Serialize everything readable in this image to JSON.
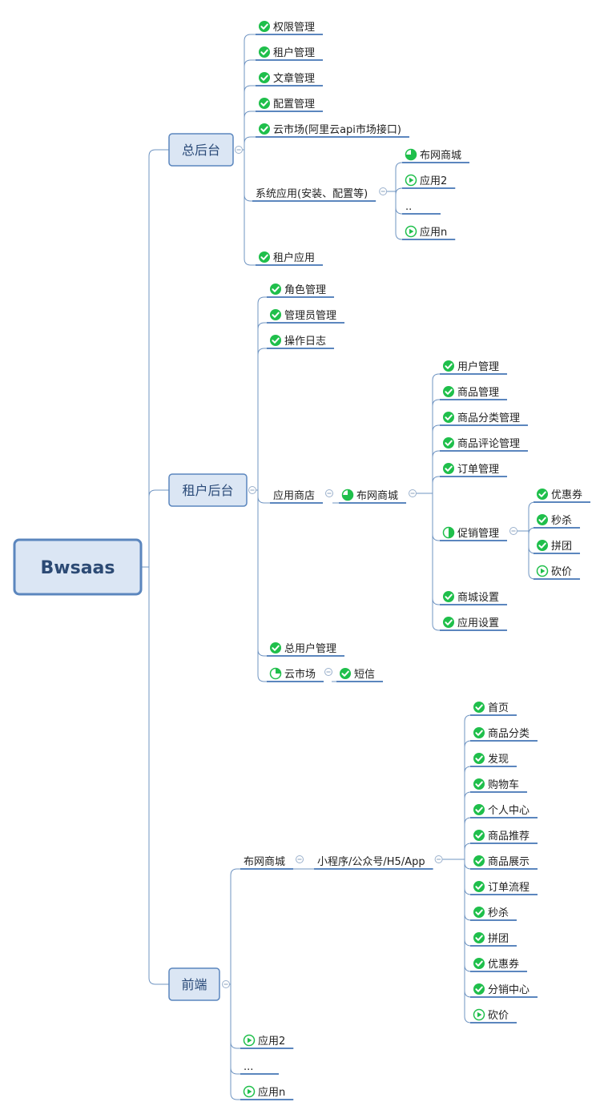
{
  "colors": {
    "accent_green": "#1fbf4b",
    "connector": "#6f94c2",
    "underline": "#5b86be",
    "node_fill": "#dbe6f4",
    "node_border": "#5b86be"
  },
  "root": {
    "label": "Bwsaas"
  },
  "main_nodes": [
    {
      "key": "zonghoutai",
      "label": "总后台"
    },
    {
      "key": "zuhuhoutai",
      "label": "租户后台"
    },
    {
      "key": "qianduan",
      "label": "前端"
    }
  ],
  "zonghoutai": {
    "items": [
      {
        "label": "权限管理",
        "icon": "check-circle"
      },
      {
        "label": "租户管理",
        "icon": "check-circle"
      },
      {
        "label": "文章管理",
        "icon": "check-circle"
      },
      {
        "label": "配置管理",
        "icon": "check-circle"
      },
      {
        "label": "云市场(阿里云api市场接口)",
        "icon": "check-circle"
      },
      {
        "label": "系统应用(安装、配置等)",
        "icon": "none"
      },
      {
        "label": "租户应用",
        "icon": "check-circle"
      }
    ],
    "system_apps": [
      {
        "label": "布网商城",
        "icon": "progress-three-quarter"
      },
      {
        "label": "应用2",
        "icon": "play-circle"
      },
      {
        "label": "..",
        "icon": "none"
      },
      {
        "label": "应用n",
        "icon": "play-circle"
      }
    ]
  },
  "zuhuhoutai": {
    "items": [
      {
        "label": "角色管理",
        "icon": "check-circle"
      },
      {
        "label": "管理员管理",
        "icon": "check-circle"
      },
      {
        "label": "操作日志",
        "icon": "check-circle"
      },
      {
        "label": "应用商店",
        "icon": "none"
      },
      {
        "label": "总用户管理",
        "icon": "check-circle"
      },
      {
        "label": "云市场",
        "icon": "progress-quarter"
      }
    ],
    "app_store_child": {
      "label": "布网商城",
      "icon": "progress-three-quarter"
    },
    "mall_items": [
      {
        "label": "用户管理",
        "icon": "check-circle"
      },
      {
        "label": "商品管理",
        "icon": "check-circle"
      },
      {
        "label": "商品分类管理",
        "icon": "check-circle"
      },
      {
        "label": "商品评论管理",
        "icon": "check-circle"
      },
      {
        "label": "订单管理",
        "icon": "check-circle"
      },
      {
        "label": "促销管理",
        "icon": "progress-half"
      },
      {
        "label": "商城设置",
        "icon": "check-circle"
      },
      {
        "label": "应用设置",
        "icon": "check-circle"
      }
    ],
    "promo_items": [
      {
        "label": "优惠券",
        "icon": "check-circle"
      },
      {
        "label": "秒杀",
        "icon": "check-circle"
      },
      {
        "label": "拼团",
        "icon": "check-circle"
      },
      {
        "label": "砍价",
        "icon": "play-circle"
      }
    ],
    "cloud_child": {
      "label": "短信",
      "icon": "check-circle"
    }
  },
  "qianduan": {
    "items": [
      {
        "label": "布网商城",
        "icon": "none"
      },
      {
        "label": "应用2",
        "icon": "play-circle"
      },
      {
        "label": "...",
        "icon": "none"
      },
      {
        "label": "应用n",
        "icon": "play-circle"
      }
    ],
    "platform": {
      "label": "小程序/公众号/H5/App",
      "icon": "none"
    },
    "pages": [
      {
        "label": "首页",
        "icon": "check-circle"
      },
      {
        "label": "商品分类",
        "icon": "check-circle"
      },
      {
        "label": "发现",
        "icon": "check-circle"
      },
      {
        "label": "购物车",
        "icon": "check-circle"
      },
      {
        "label": "个人中心",
        "icon": "check-circle"
      },
      {
        "label": "商品推荐",
        "icon": "check-circle"
      },
      {
        "label": "商品展示",
        "icon": "check-circle"
      },
      {
        "label": "订单流程",
        "icon": "check-circle"
      },
      {
        "label": "秒杀",
        "icon": "check-circle"
      },
      {
        "label": "拼团",
        "icon": "check-circle"
      },
      {
        "label": "优惠券",
        "icon": "check-circle"
      },
      {
        "label": "分销中心",
        "icon": "check-circle"
      },
      {
        "label": "砍价",
        "icon": "play-circle"
      }
    ]
  }
}
